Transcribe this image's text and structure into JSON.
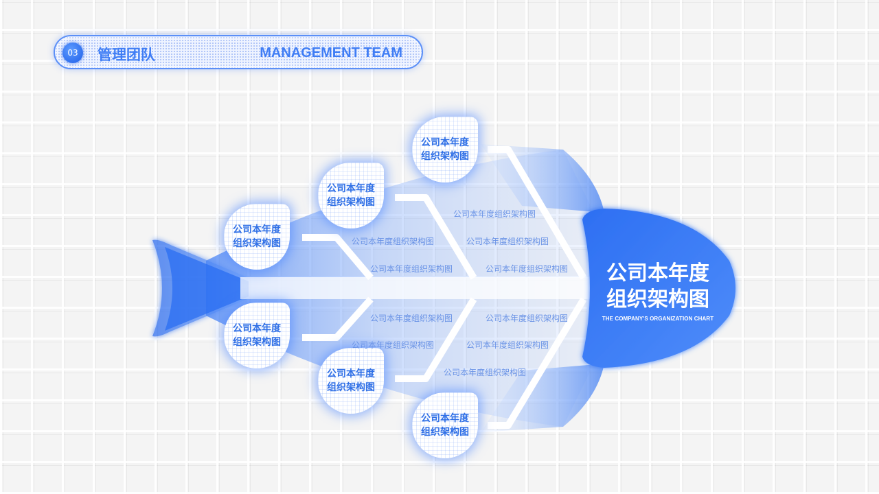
{
  "header": {
    "number": "03",
    "title_cn": "管理团队",
    "title_en": "MANAGEMENT TEAM"
  },
  "diagram": {
    "head_title_line1": "公司本年度",
    "head_title_line2": "组织架构图",
    "head_subtitle": "THE COMPANY'S ORGANIZATION CHART",
    "nodes": [
      {
        "line1": "公司本年度",
        "line2": "组织架构图"
      },
      {
        "line1": "公司本年度",
        "line2": "组织架构图"
      },
      {
        "line1": "公司本年度",
        "line2": "组织架构图"
      },
      {
        "line1": "公司本年度",
        "line2": "组织架构图"
      },
      {
        "line1": "公司本年度",
        "line2": "组织架构图"
      },
      {
        "line1": "公司本年度",
        "line2": "组织架构图"
      }
    ],
    "labels": [
      "公司本年度组织架构图",
      "公司本年度组织架构图",
      "公司本年度组织架构图",
      "公司本年度组织架构图",
      "公司本年度组织架构图",
      "公司本年度组织架构图",
      "公司本年度组织架构图",
      "公司本年度组织架构图",
      "公司本年度组织架构图",
      "公司本年度组织架构图"
    ]
  },
  "colors": {
    "accent": "#2f6fe6",
    "head": "#1e6af0",
    "light": "#cfe0ff"
  }
}
